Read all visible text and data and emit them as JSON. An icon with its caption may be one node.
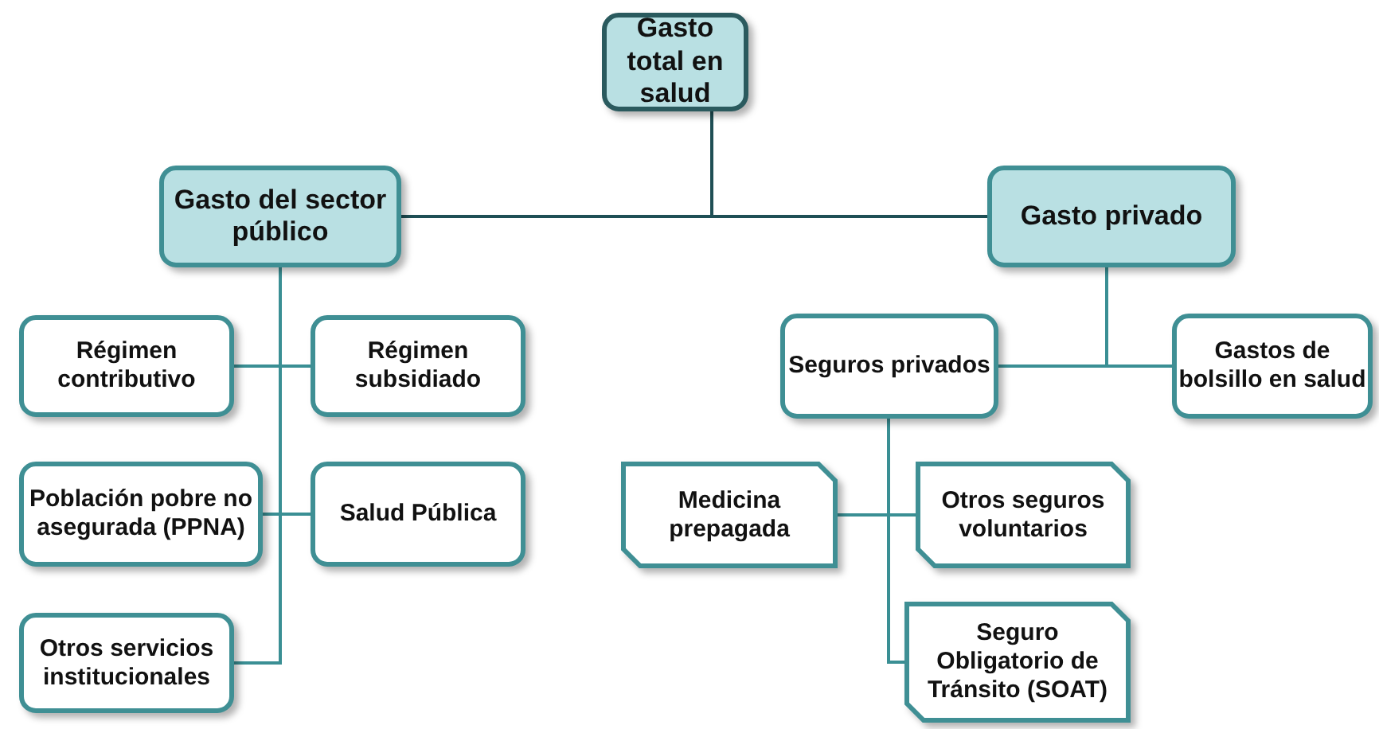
{
  "diagram": {
    "nodes": [
      {
        "text": [
          "Gasto total en salud"
        ]
      },
      {
        "text": [
          "Gasto del sector público"
        ]
      },
      {
        "text": [
          "Gasto privado"
        ]
      },
      {
        "text": [
          "Régimen contributivo"
        ]
      },
      {
        "text": [
          "Régimen subsidiado"
        ]
      },
      {
        "text": [
          "Población pobre no asegurada (PPNA)"
        ]
      },
      {
        "text": [
          "Salud Pública"
        ]
      },
      {
        "text": [
          "Otros servicios institucionales"
        ]
      },
      {
        "text": [
          "Seguros privados"
        ]
      },
      {
        "text": [
          "Gastos de bolsillo en salud"
        ]
      },
      {
        "text": [
          "Medicina prepagada"
        ]
      },
      {
        "text": [
          "Otros seguros voluntarios"
        ]
      },
      {
        "text": [
          "Seguro Obligatorio de Tránsito (SOAT)"
        ]
      }
    ],
    "edges": [
      {
        "from": 0,
        "to": 1,
        "arrow": "none",
        "color": "#1f4f55"
      },
      {
        "from": 0,
        "to": 2,
        "arrow": "none",
        "color": "#1f4f55"
      },
      {
        "from": 1,
        "to": 3,
        "arrow": "none"
      },
      {
        "from": 1,
        "to": 4,
        "arrow": "none"
      },
      {
        "from": 1,
        "to": 5,
        "arrow": "none"
      },
      {
        "from": 1,
        "to": 6,
        "arrow": "none"
      },
      {
        "from": 1,
        "to": 7,
        "arrow": "none"
      },
      {
        "from": 2,
        "to": 8,
        "arrow": "none"
      },
      {
        "from": 2,
        "to": 9,
        "arrow": "none"
      },
      {
        "from": 8,
        "to": 10,
        "arrow": "none"
      },
      {
        "from": 8,
        "to": 11,
        "arrow": "none"
      },
      {
        "from": 8,
        "to": 12,
        "arrow": "none"
      }
    ]
  }
}
